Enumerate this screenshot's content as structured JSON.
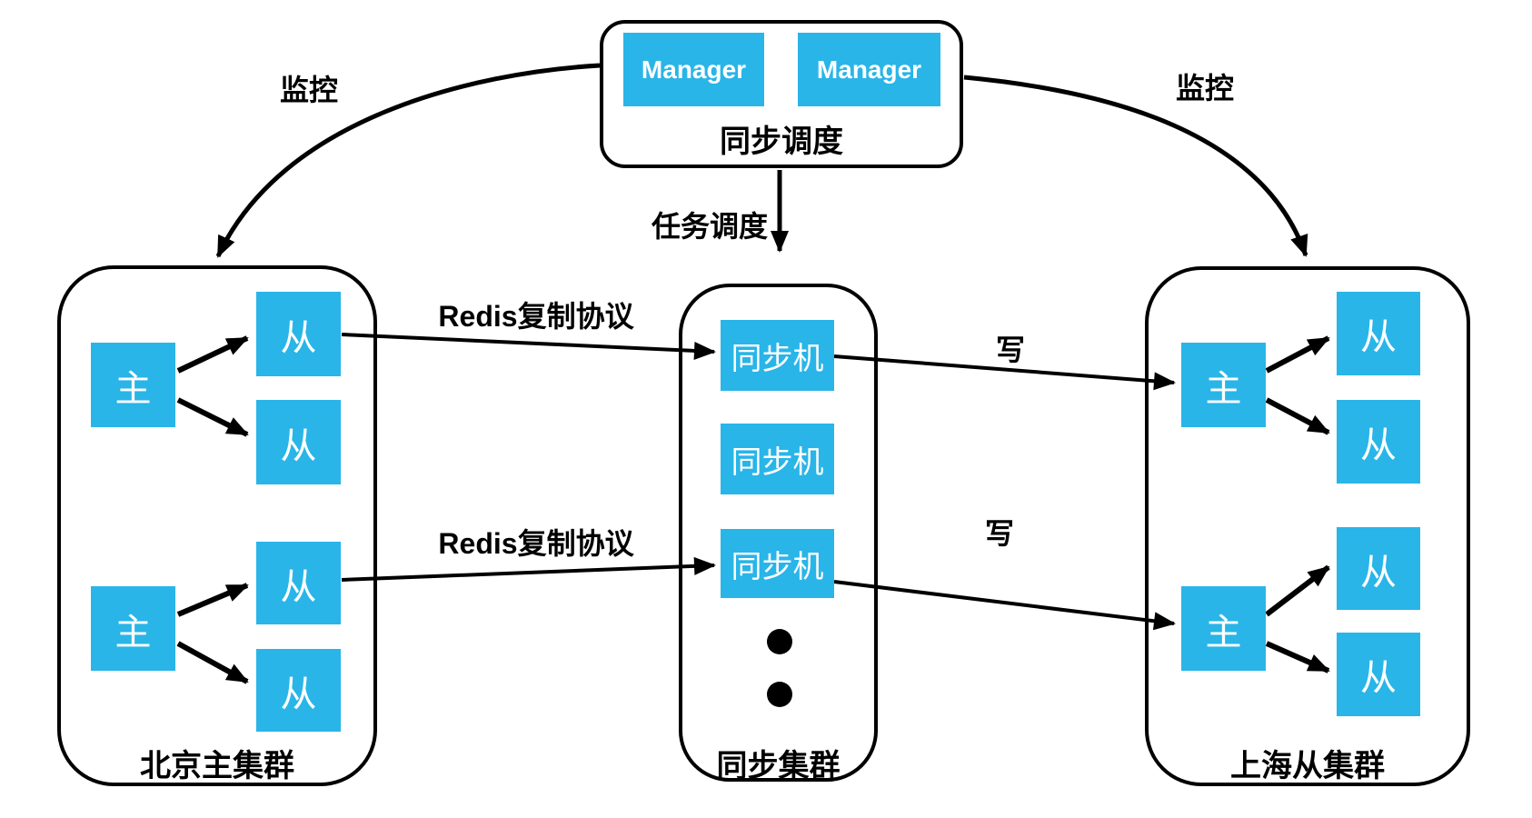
{
  "scheduler": {
    "manager1": "Manager",
    "manager2": "Manager",
    "label": "同步调度"
  },
  "edges": {
    "monitor_left": "监控",
    "monitor_right": "监控",
    "task_dispatch": "任务调度",
    "redis_protocol_top": "Redis复制协议",
    "redis_protocol_bottom": "Redis复制协议",
    "write_top": "写",
    "write_bottom": "写"
  },
  "beijing_cluster": {
    "label": "北京主集群",
    "groups": [
      {
        "master": "主",
        "slaves": [
          "从",
          "从"
        ]
      },
      {
        "master": "主",
        "slaves": [
          "从",
          "从"
        ]
      }
    ]
  },
  "sync_cluster": {
    "label": "同步集群",
    "nodes": [
      "同步机",
      "同步机",
      "同步机"
    ],
    "ellipsis_icon": "more-nodes-dots"
  },
  "shanghai_cluster": {
    "label": "上海从集群",
    "groups": [
      {
        "master": "主",
        "slaves": [
          "从",
          "从"
        ]
      },
      {
        "master": "主",
        "slaves": [
          "从",
          "从"
        ]
      }
    ]
  },
  "colors": {
    "node_fill": "#29B5E8",
    "node_text": "#FFFFFF",
    "line": "#000000",
    "background": "#FFFFFF"
  }
}
